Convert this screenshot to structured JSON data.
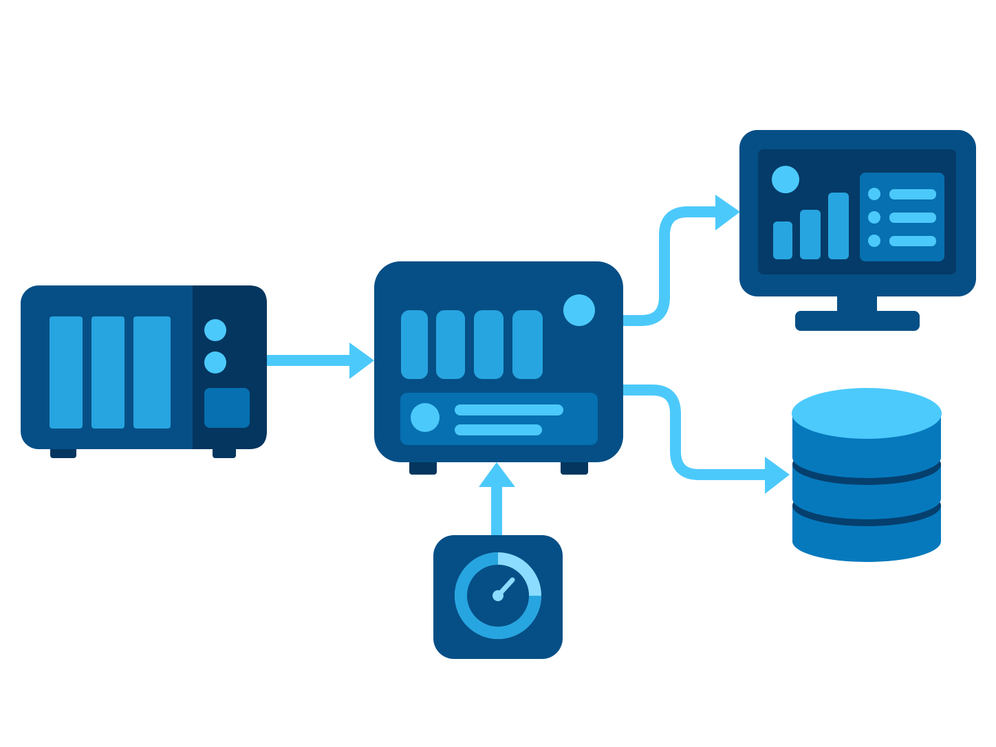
{
  "colors": {
    "background": "#ffffff",
    "device_dark": "#054f86",
    "device_darker": "#04365f",
    "screen_dark": "#053b68",
    "bay_blue": "#27a5e0",
    "panel_blue": "#0670b0",
    "accent_cyan": "#4cc9fb",
    "connector": "#4cc9fb",
    "gauge_light": "#8bdcff",
    "db_body": "#0679bd",
    "db_top": "#4ccafc",
    "db_seam": "#053f6d"
  },
  "diagram": {
    "nodes": [
      {
        "id": "source-nas",
        "icon": "storage-server-icon"
      },
      {
        "id": "central-nas",
        "icon": "storage-server-icon"
      },
      {
        "id": "performance-monitor",
        "icon": "gauge-icon"
      },
      {
        "id": "dashboard-monitor",
        "icon": "dashboard-monitor-icon"
      },
      {
        "id": "database",
        "icon": "database-icon"
      }
    ],
    "edges": [
      {
        "from": "source-nas",
        "to": "central-nas"
      },
      {
        "from": "performance-monitor",
        "to": "central-nas"
      },
      {
        "from": "central-nas",
        "to": "dashboard-monitor"
      },
      {
        "from": "central-nas",
        "to": "database"
      }
    ],
    "gauge_fill_fraction": 0.75
  }
}
